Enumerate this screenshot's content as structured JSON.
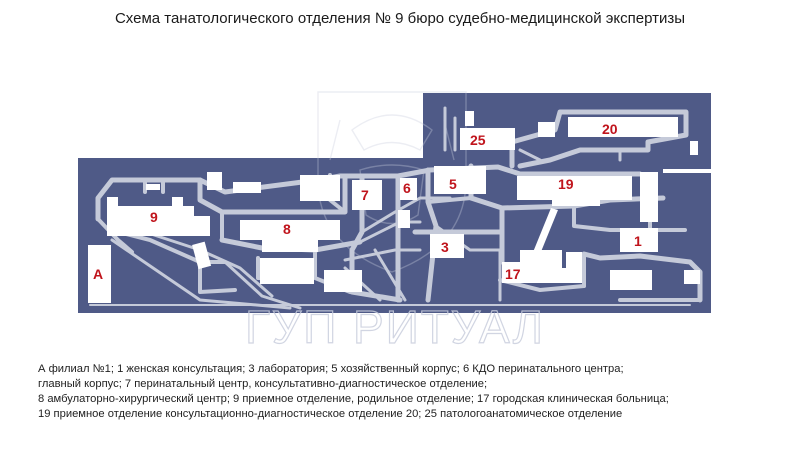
{
  "title": "Схема танатологического отделения № 9 бюро судебно-медицинской экспертизы",
  "watermark": "ГУП РИТУАЛ",
  "colors": {
    "ground": "#4f5a87",
    "roads": "#c5cad9",
    "buildings": "#ffffff",
    "labels": "#c0141c"
  },
  "buildings": {
    "b_a": "А",
    "b_1": "1",
    "b_3": "3",
    "b_5": "5",
    "b_6": "6",
    "b_7": "7",
    "b_8": "8",
    "b_9": "9",
    "b_17": "17",
    "b_19": "19",
    "b_20": "20",
    "b_25": "25"
  },
  "legend": [
    "А филиал №1; 1 женская консультация; 3 лаборатория; 5 хозяйственный корпус; 6 КДО перинатального центра;",
    "главный корпус; 7 перинатальный центр, консультативно-диагностическое отделение;",
    "8 амбулаторно-хирургический центр;  9 приемное отделение, родильное отделение; 17 городская клиническая больница;",
    "19 приемное отделение консультационно-диагностическое отделение 20; 25 патологоанатомическое отделение"
  ]
}
